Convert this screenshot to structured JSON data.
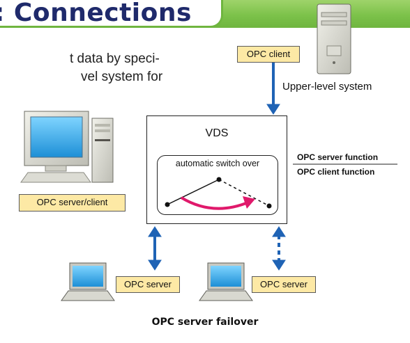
{
  "banner": {
    "title": ": Connections"
  },
  "intro": {
    "line1": "t data by speci-",
    "line2": "vel system for"
  },
  "vds": {
    "title": "VDS",
    "switch_label": "automatic switch over"
  },
  "labels": {
    "opc_client": "OPC client",
    "upper_level": "Upper-level system",
    "opc_server_client": "OPC server/client",
    "opc_server_1": "OPC server",
    "opc_server_2": "OPC server",
    "server_function": "OPC server function",
    "client_function": "OPC client function"
  },
  "caption": "OPC server failover",
  "colors": {
    "banner": "#7cc24a",
    "title_text": "#1f2a6b",
    "tag_fill": "#fde9a5",
    "arrow_blue": "#1f63b5",
    "switch_arrow": "#e0196b"
  }
}
